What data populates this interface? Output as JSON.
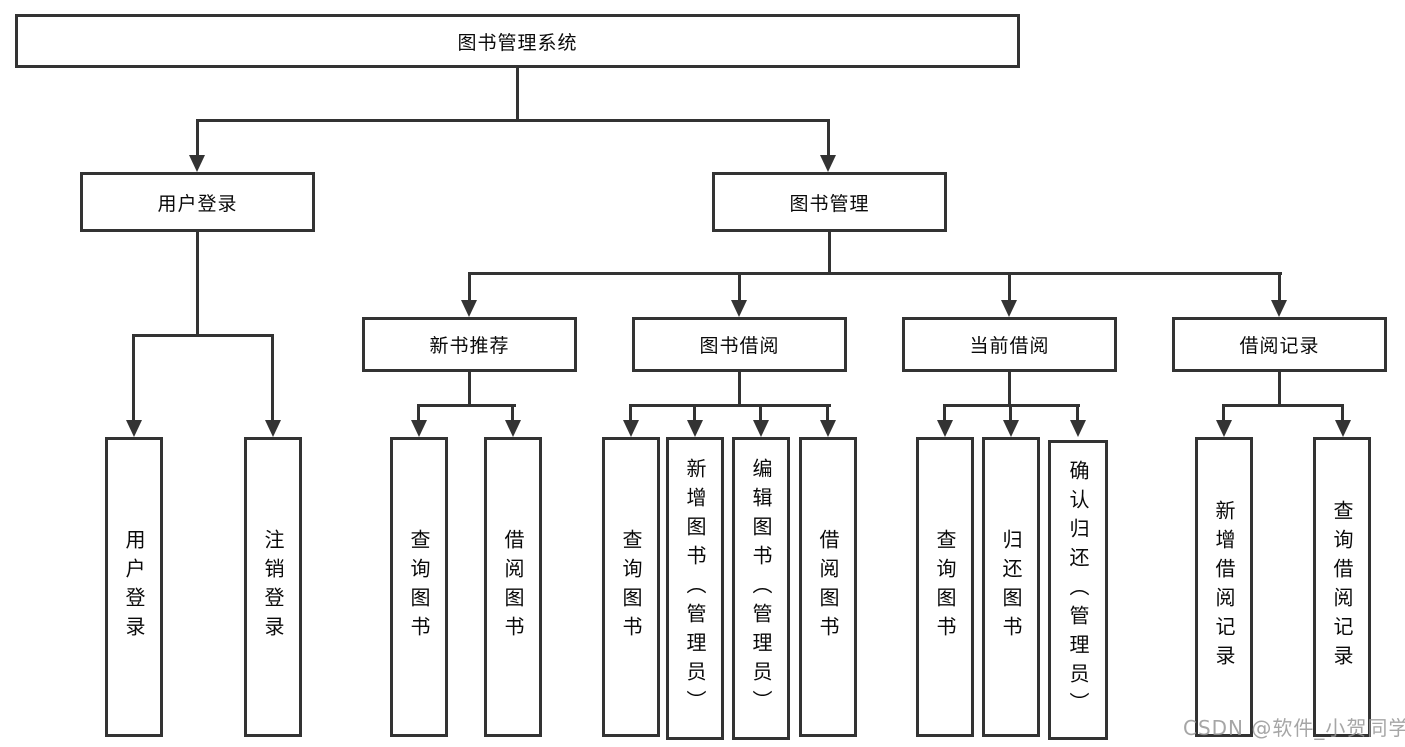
{
  "diagram": {
    "root": {
      "label": "图书管理系统"
    },
    "level2": [
      {
        "label": "用户登录",
        "children": [
          {
            "label": "用户登录"
          },
          {
            "label": "注销登录"
          }
        ]
      },
      {
        "label": "图书管理",
        "children": [
          {
            "label": "新书推荐",
            "children": [
              {
                "label": "查询图书"
              },
              {
                "label": "借阅图书"
              }
            ]
          },
          {
            "label": "图书借阅",
            "children": [
              {
                "label": "查询图书"
              },
              {
                "label": "新增图书（管理员）"
              },
              {
                "label": "编辑图书（管理员）"
              },
              {
                "label": "借阅图书"
              }
            ]
          },
          {
            "label": "当前借阅",
            "children": [
              {
                "label": "查询图书"
              },
              {
                "label": "归还图书"
              },
              {
                "label": "确认归还（管理员）"
              }
            ]
          },
          {
            "label": "借阅记录",
            "children": [
              {
                "label": "新增借阅记录"
              },
              {
                "label": "查询借阅记录"
              }
            ]
          }
        ]
      }
    ]
  },
  "watermark": {
    "text": "CSDN @软件_小贺同学"
  },
  "colors": {
    "line": "#333333",
    "box_background": "#ffffff",
    "text": "#0a0a0a",
    "watermark": "#969696",
    "page_background": "#ffffff"
  }
}
